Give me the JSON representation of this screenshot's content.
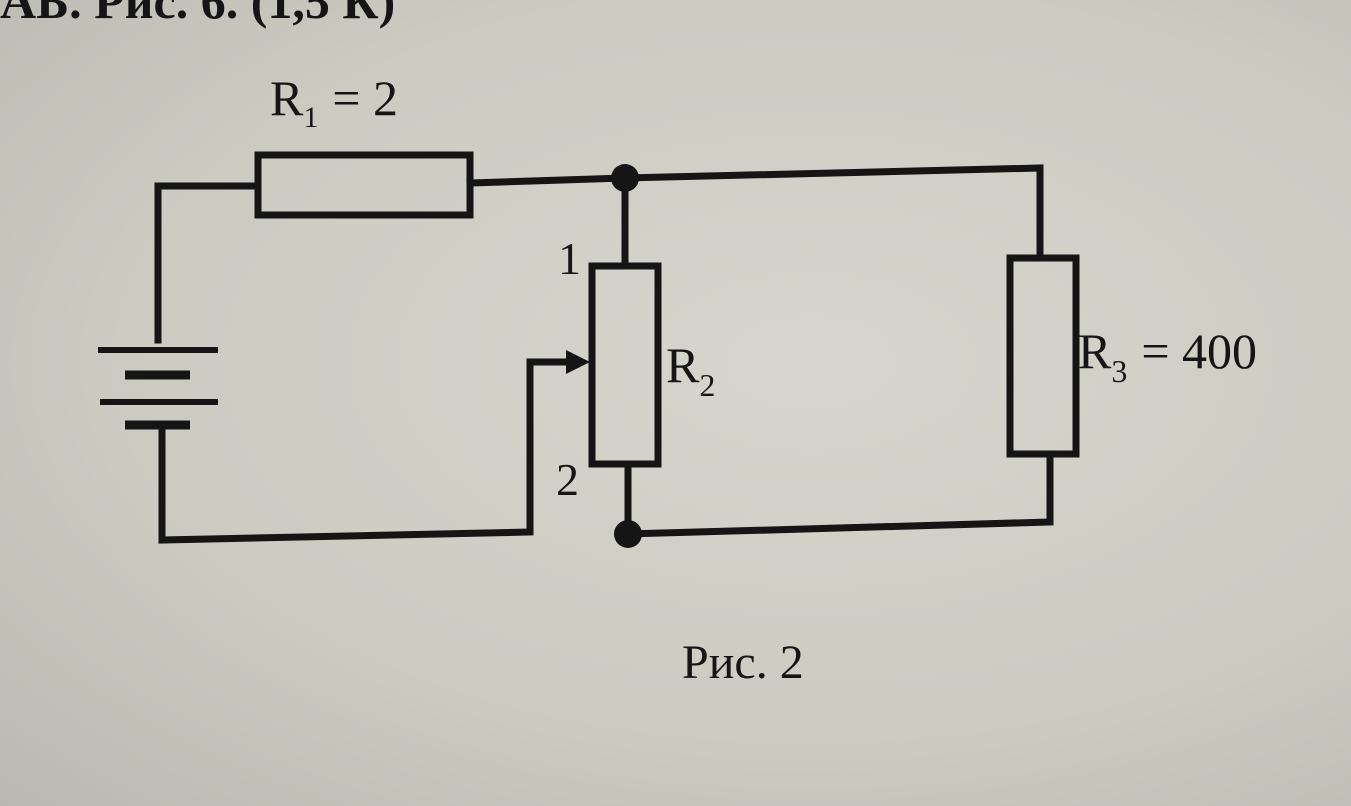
{
  "header_fragment": "АБ. Рис. 6. (1,5 К)",
  "r1": {
    "name": "R",
    "sub": "1",
    "value": "= 2"
  },
  "r2": {
    "name": "R",
    "sub": "2"
  },
  "r3": {
    "name": "R",
    "sub": "3",
    "value": "= 400"
  },
  "terminal_1": "1",
  "terminal_2": "2",
  "caption": "Рис. 2",
  "colors": {
    "ink": "#151515",
    "paper": "#cfcfc6"
  }
}
